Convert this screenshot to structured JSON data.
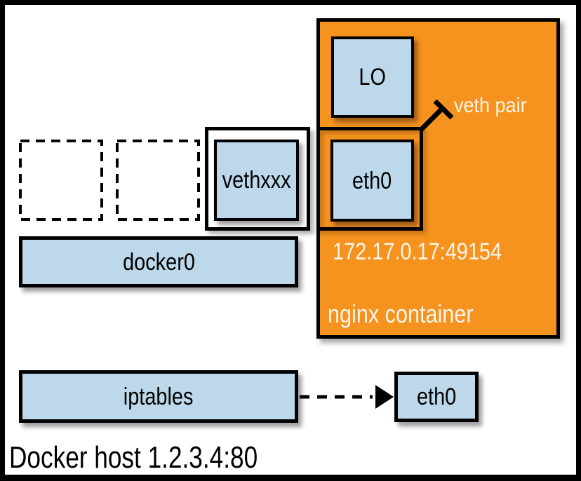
{
  "colors": {
    "orange": "#F6921E",
    "lightblue": "#BDD8EA",
    "cream": "#FCF6EA",
    "line": "#000000"
  },
  "host": {
    "label": "Docker host 1.2.3.4:80",
    "iptables_label": "iptables",
    "docker0_label": "docker0",
    "eth0_label": "eth0"
  },
  "container": {
    "name": "nginx container",
    "ip": "172.17.0.17:49154",
    "lo_label": "LO",
    "eth0_label": "eth0"
  },
  "veth": {
    "pair_label": "veth pair",
    "host_end_label": "vethxxx"
  }
}
